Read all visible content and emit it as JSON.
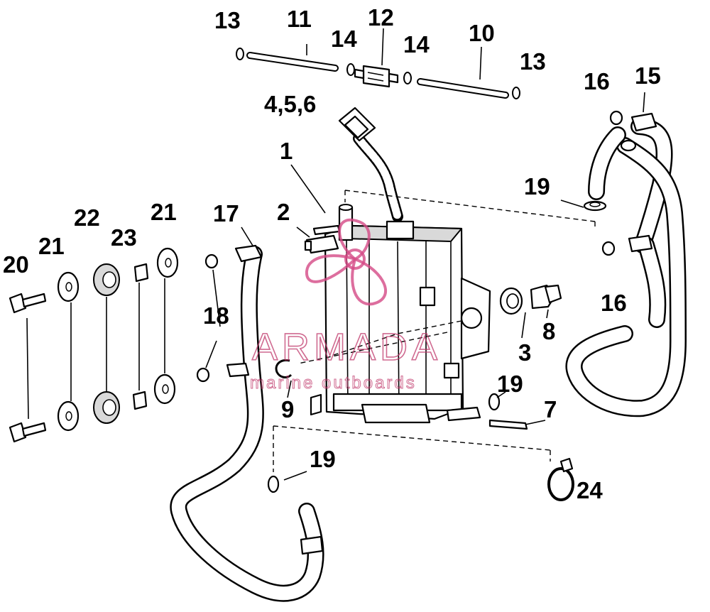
{
  "diagram": {
    "callouts": {
      "c1": "1",
      "c2": "2",
      "c3": "3",
      "c456": "4,5,6",
      "c7": "7",
      "c8": "8",
      "c9": "9",
      "c10": "10",
      "c11": "11",
      "c12": "12",
      "c13a": "13",
      "c13b": "13",
      "c14a": "14",
      "c14b": "14",
      "c15": "15",
      "c16a": "16",
      "c16b": "16",
      "c17": "17",
      "c18": "18",
      "c19a": "19",
      "c19b": "19",
      "c19c": "19",
      "c20": "20",
      "c21a": "21",
      "c21b": "21",
      "c22": "22",
      "c23": "23",
      "c24": "24"
    }
  },
  "watermark": {
    "brand": "ARMADA",
    "tagline": "marine outboards",
    "color": "#c0396b"
  }
}
